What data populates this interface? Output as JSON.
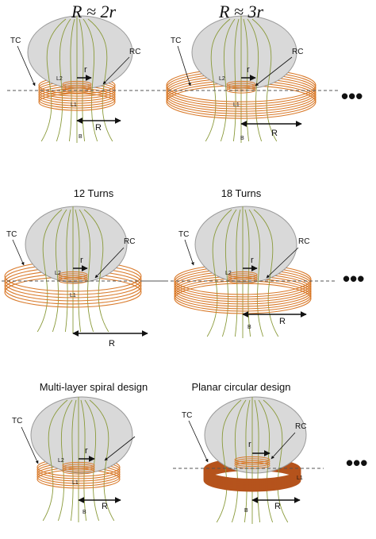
{
  "panels": [
    {
      "id": "p1",
      "title": "R ≈ 2r",
      "title_math": true,
      "tc": "TC",
      "rc": "RC",
      "r": "r",
      "R": "R",
      "l2": "L2",
      "l1": "L1",
      "b": "B",
      "coil_style": "helix-narrow",
      "dots": false
    },
    {
      "id": "p2",
      "title": "R ≈ 3r",
      "title_math": true,
      "tc": "TC",
      "rc": "RC",
      "r": "r",
      "R": "R",
      "l2": "L2",
      "l1": "L1",
      "b": "B",
      "coil_style": "helix-wide",
      "dots": true
    },
    {
      "id": "p3",
      "title": "12 Turns",
      "title_math": false,
      "tc": "TC",
      "rc": "RC",
      "r": "r",
      "R": "R",
      "l2": "L2",
      "l1": "L1",
      "b": "",
      "coil_style": "helix-12",
      "dots": false
    },
    {
      "id": "p4",
      "title": "18 Turns",
      "title_math": false,
      "tc": "TC",
      "rc": "RC",
      "r": "r",
      "R": "R",
      "l2": "L2",
      "l1": "",
      "b": "B",
      "coil_style": "helix-18",
      "dots": true
    },
    {
      "id": "p5",
      "title": "Multi-layer spiral design",
      "title_math": false,
      "tc": "TC",
      "rc": "",
      "r": "r",
      "R": "R",
      "l2": "L2",
      "l1": "L1",
      "b": "B",
      "coil_style": "multilayer",
      "dots": false
    },
    {
      "id": "p6",
      "title": "Planar circular design",
      "title_math": false,
      "tc": "TC",
      "rc": "RC",
      "r": "r",
      "R": "R",
      "l2": "",
      "l1": "L1",
      "b": "B",
      "coil_style": "planar",
      "dots": true
    }
  ],
  "dots_text": "•••",
  "colors": {
    "coil": "#d97a2b",
    "coil_dark": "#b5531c",
    "tissue": "#d9d9d9",
    "tissue_edge": "#9a9a9a",
    "field": "#8a9a3a"
  }
}
